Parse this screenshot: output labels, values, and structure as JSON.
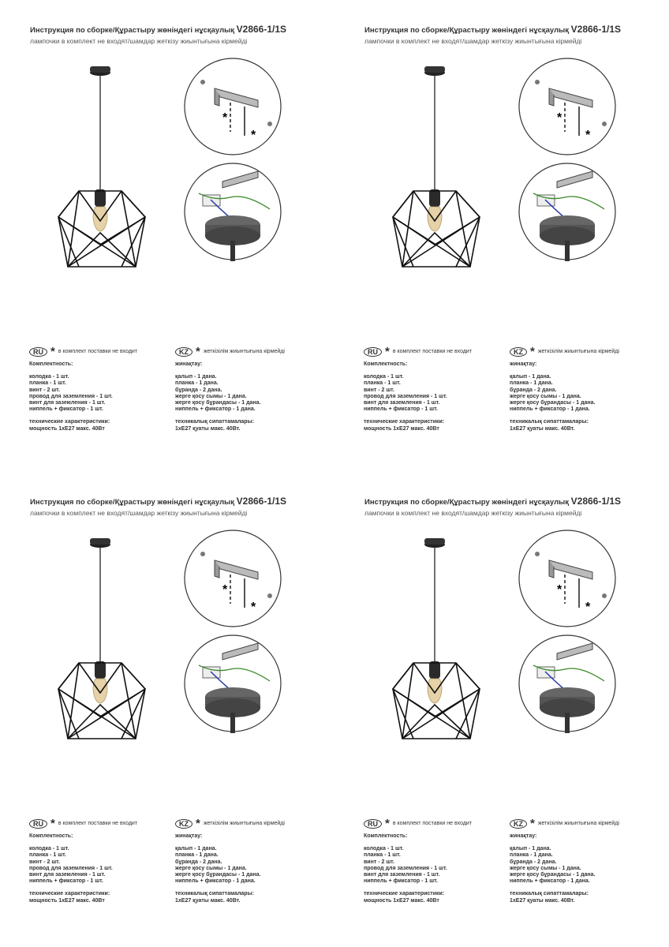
{
  "doc": {
    "title_prefix": "Инструкция по сборке/Құрастыру жөніндегі нұсқаулық",
    "model": "V2866-1/1S",
    "subtitle": "лампочки в комплект не входят/шамдар жеткізу жиынтығына кірмейді",
    "asterisk": "*",
    "ru": {
      "badge": "RU",
      "note": "в комплект поставки не входит",
      "kit_label": "Комплектность:",
      "items": [
        "колодка - 1 шт.",
        "планка - 1 шт.",
        "винт - 2 шт.",
        "провод для заземления - 1 шт.",
        "винт для заземления - 1 шт.",
        "ниппель + фиксатор - 1 шт."
      ],
      "spec_label": "технические характеристики:",
      "spec": "мощность 1хЕ27 макс. 40Вт"
    },
    "kz": {
      "badge": "KZ",
      "note": "жеткізілім жиынтығына кірмейді",
      "kit_label": "жинақтау:",
      "items": [
        "қалып - 1 дана.",
        "планка - 1 дана.",
        "бұранда - 2 дана.",
        "жерге қосу сымы - 1 дана.",
        "жерге қосу бұрандасы - 1 дана.",
        "ниппель + фиксатор - 1 дана."
      ],
      "spec_label": "техникалық сипаттамалары:",
      "spec": "1хЕ27 қуаты макс. 40Вт."
    }
  }
}
